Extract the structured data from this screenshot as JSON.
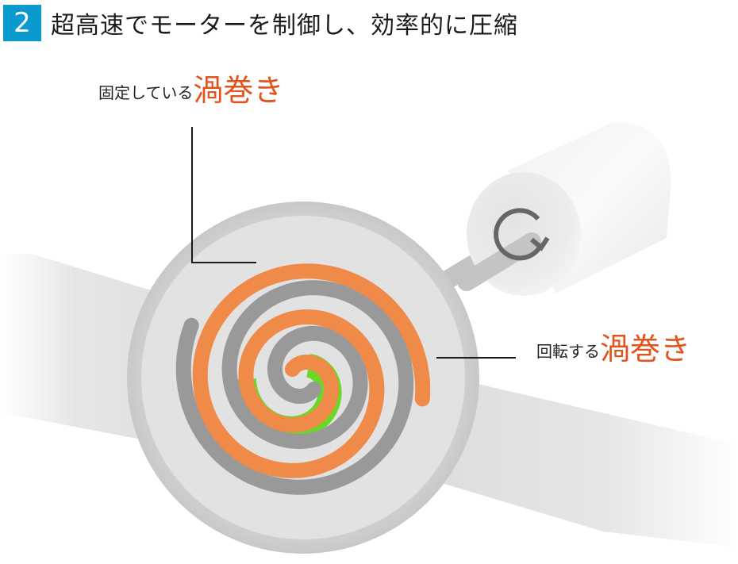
{
  "header": {
    "step_number": "2",
    "title": "超高速でモーターを制御し、効率的に圧縮",
    "badge_color": "#0a9acd"
  },
  "labels": {
    "fixed_scroll": {
      "prefix": "固定している",
      "emphasis": "渦巻き"
    },
    "orbiting_scroll": {
      "prefix": "回転する",
      "emphasis": "渦巻き"
    }
  },
  "diagram": {
    "components": [
      {
        "name": "fixed-scroll",
        "color": "#999999"
      },
      {
        "name": "orbiting-scroll",
        "color": "#f08a48"
      },
      {
        "name": "compression-pocket",
        "color": "#6ad826"
      },
      {
        "name": "motor",
        "icon": "rotate-clockwise-icon"
      },
      {
        "name": "housing",
        "color": "#e3e3e3"
      }
    ],
    "emphasis_color": "#e2541c"
  }
}
